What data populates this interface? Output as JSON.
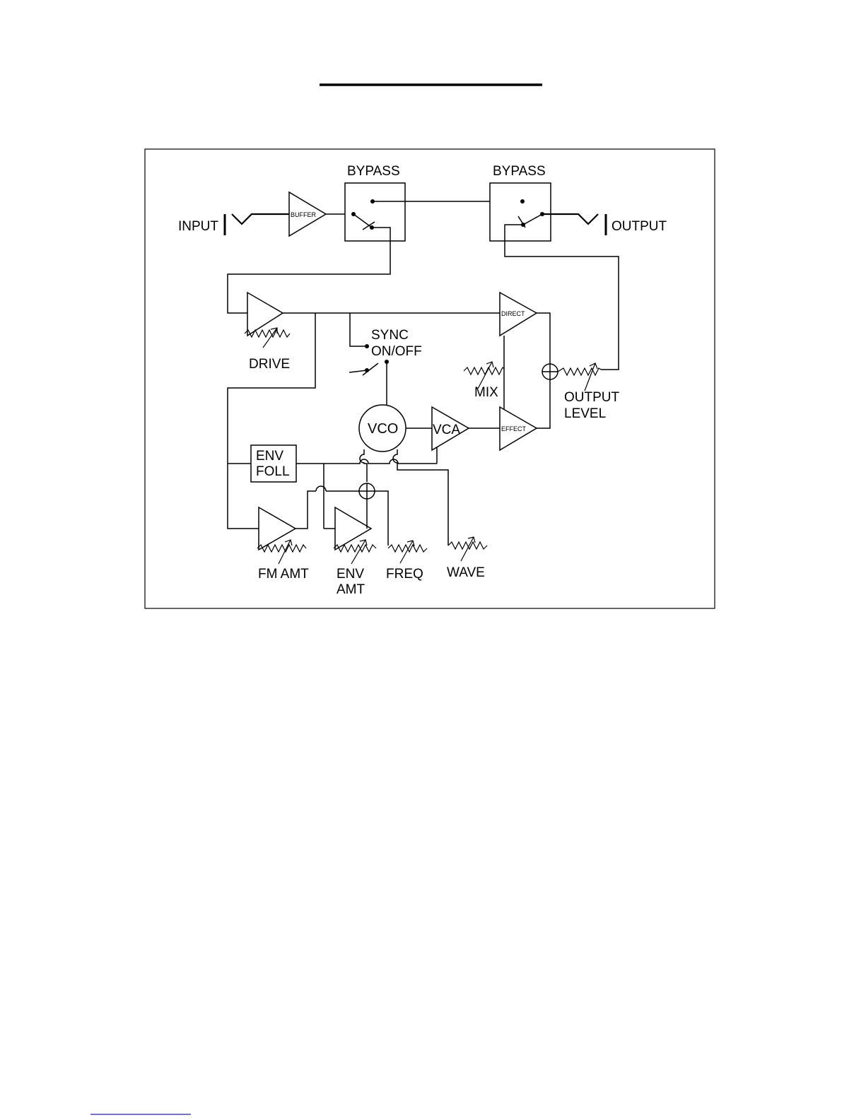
{
  "labels": {
    "input": "INPUT",
    "output": "OUTPUT",
    "buffer": "BUFFER",
    "bypass_left": "BYPASS",
    "bypass_right": "BYPASS",
    "drive": "DRIVE",
    "sync_line1": "SYNC",
    "sync_line2": "ON/OFF",
    "direct": "DIRECT",
    "effect": "EFFECT",
    "mix": "MIX",
    "output_level_line1": "OUTPUT",
    "output_level_line2": "LEVEL",
    "vco": "VCO",
    "vca": "VCA",
    "env_foll_line1": "ENV",
    "env_foll_line2": "FOLL",
    "fm_amt": "FM AMT",
    "env_amt_line1": "ENV",
    "env_amt_line2": "AMT",
    "freq": "FREQ",
    "wave": "WAVE"
  }
}
